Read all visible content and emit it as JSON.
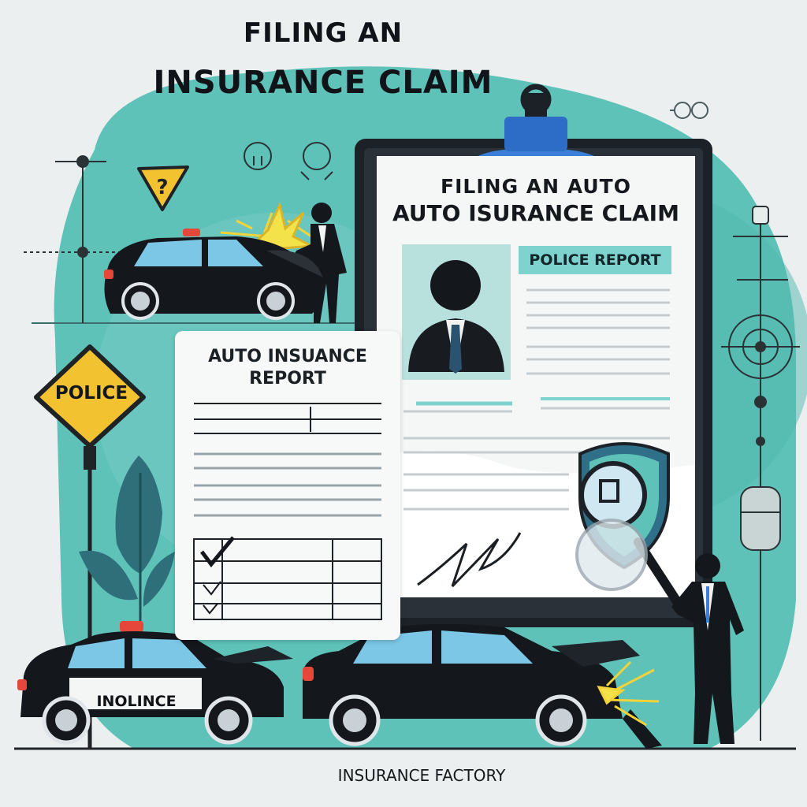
{
  "header": {
    "title_line1": "FILING AN",
    "title_line2": "INSURANCE CLAIM"
  },
  "clipboard_document": {
    "title_line1": "FILING AN    AUTO",
    "title_line2": "AUTO ISURANCE CLAIM",
    "section_label": "POLICE REPORT"
  },
  "report_card": {
    "title_line1": "AUTO INSUANCE",
    "title_line2": "REPORT"
  },
  "signs": {
    "police_sign": "POLICE",
    "warning_sign": "?"
  },
  "vehicles": {
    "front_car_door_label": "INOLINCE"
  },
  "footer": {
    "label": "INSURANCE FACTORY"
  },
  "colors": {
    "teal_background": "#5ec2b8",
    "light_teal": "#a6ddd7",
    "car_body": "#14171c",
    "window_blue": "#7cc6e6",
    "sign_yellow": "#f2c230",
    "clipboard_frame": "#1c2127",
    "clip_blue": "#3b7fd8"
  }
}
